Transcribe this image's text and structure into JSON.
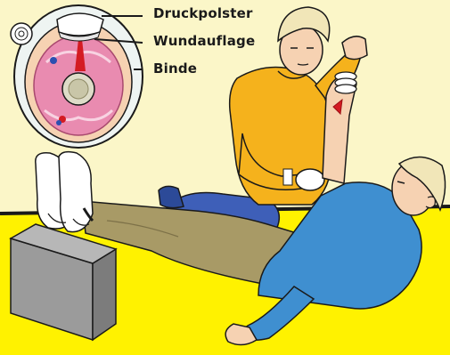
{
  "callouts": {
    "pressure_pad": "Druckpolster",
    "wound_dressing": "Wundauflage",
    "bandage": "Binde"
  },
  "colors": {
    "background": "#fbf6c8",
    "floor": "#fff200",
    "helper_shirt": "#f5b21c",
    "patient_shirt": "#3f8fd0",
    "patient_trousers": "#a89a66",
    "helper_trousers": "#3e5fb8",
    "tissue": "#e98bb0",
    "blood": "#d41b22"
  }
}
